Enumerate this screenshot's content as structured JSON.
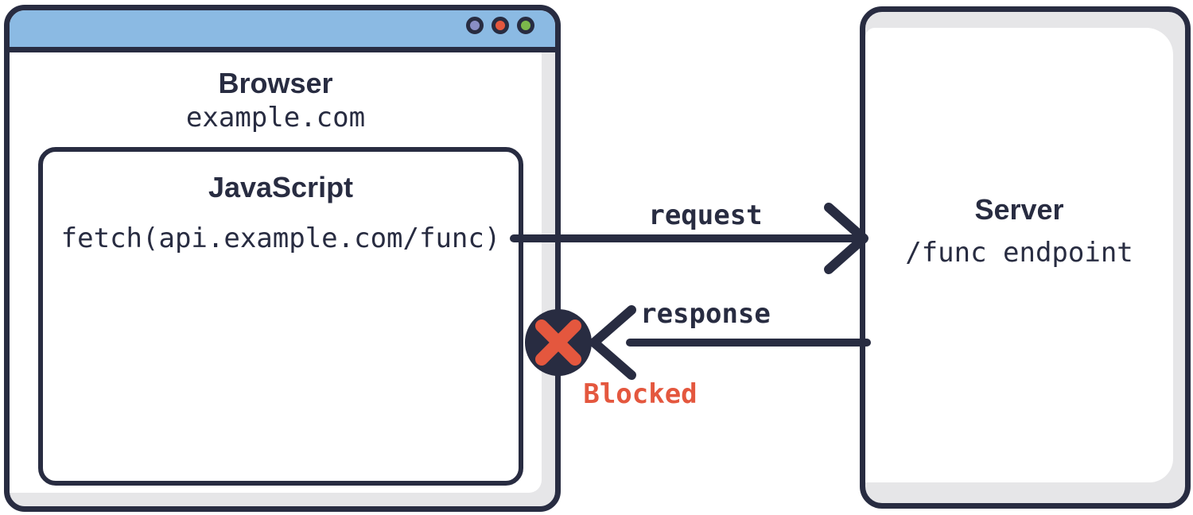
{
  "colors": {
    "navy": "#282c41",
    "blue": "#8bbae3",
    "gray": "#e6e6e8",
    "red": "#e4573e",
    "purple": "#8a8ec5",
    "green": "#7cb84b"
  },
  "browser": {
    "title": "Browser",
    "url": "example.com",
    "window_controls": [
      "purple",
      "red",
      "green"
    ],
    "js_box": {
      "title": "JavaScript",
      "code": "fetch(api.example.com/func)"
    }
  },
  "server": {
    "title": "Server",
    "endpoint": "/func endpoint"
  },
  "flow": {
    "request": "request",
    "response": "response",
    "blocked": "Blocked"
  }
}
